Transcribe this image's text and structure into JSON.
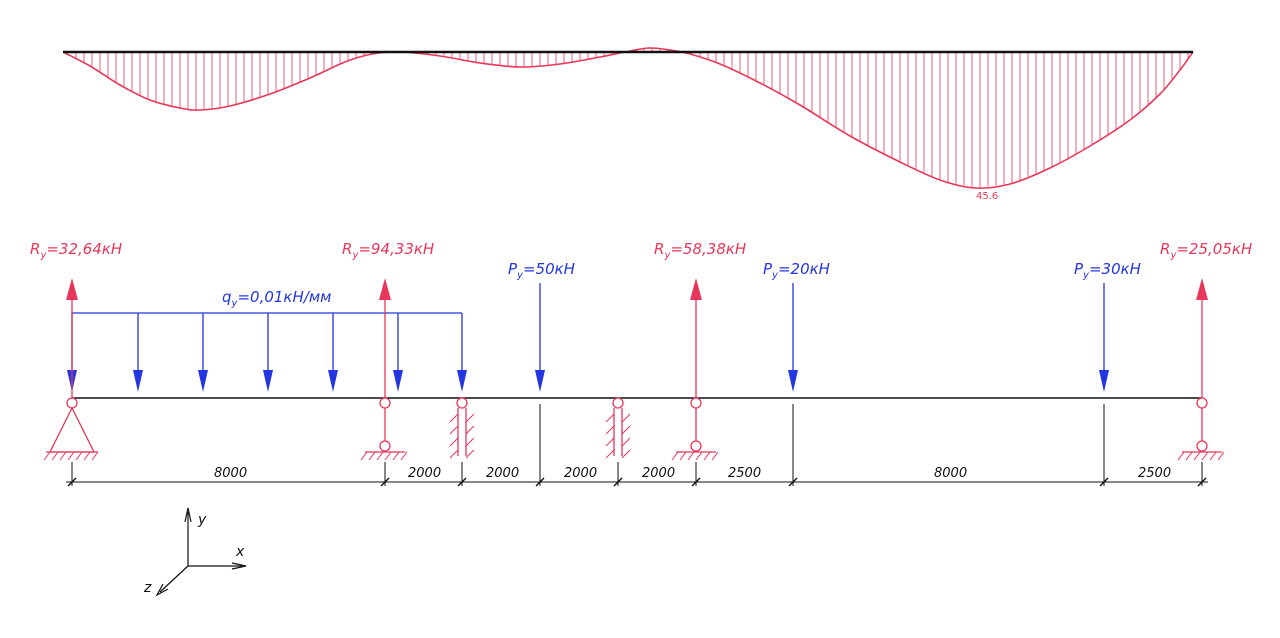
{
  "diagram": {
    "moment_peak_label": "45.6",
    "distributed_load": {
      "symbol": "q",
      "sub": "y",
      "value": "=0,01кН/мм"
    },
    "reactions": [
      {
        "symbol": "R",
        "sub": "y",
        "value": "=32,64кН"
      },
      {
        "symbol": "R",
        "sub": "y",
        "value": "=94,33кН"
      },
      {
        "symbol": "R",
        "sub": "y",
        "value": "=58,38кН"
      },
      {
        "symbol": "R",
        "sub": "y",
        "value": "=25,05кН"
      }
    ],
    "point_loads": [
      {
        "symbol": "P",
        "sub": "y",
        "value": "=50кН"
      },
      {
        "symbol": "P",
        "sub": "y",
        "value": "=20кН"
      },
      {
        "symbol": "P",
        "sub": "y",
        "value": "=30кН"
      }
    ],
    "dimensions": [
      "8000",
      "2000",
      "2000",
      "2000",
      "2000",
      "2500",
      "8000",
      "2500"
    ],
    "axes": {
      "x": "x",
      "y": "y",
      "z": "z"
    },
    "colors": {
      "reaction": "#e8375a",
      "load": "#2336e0",
      "beam": "#111111",
      "moment": "#e8375a"
    }
  }
}
